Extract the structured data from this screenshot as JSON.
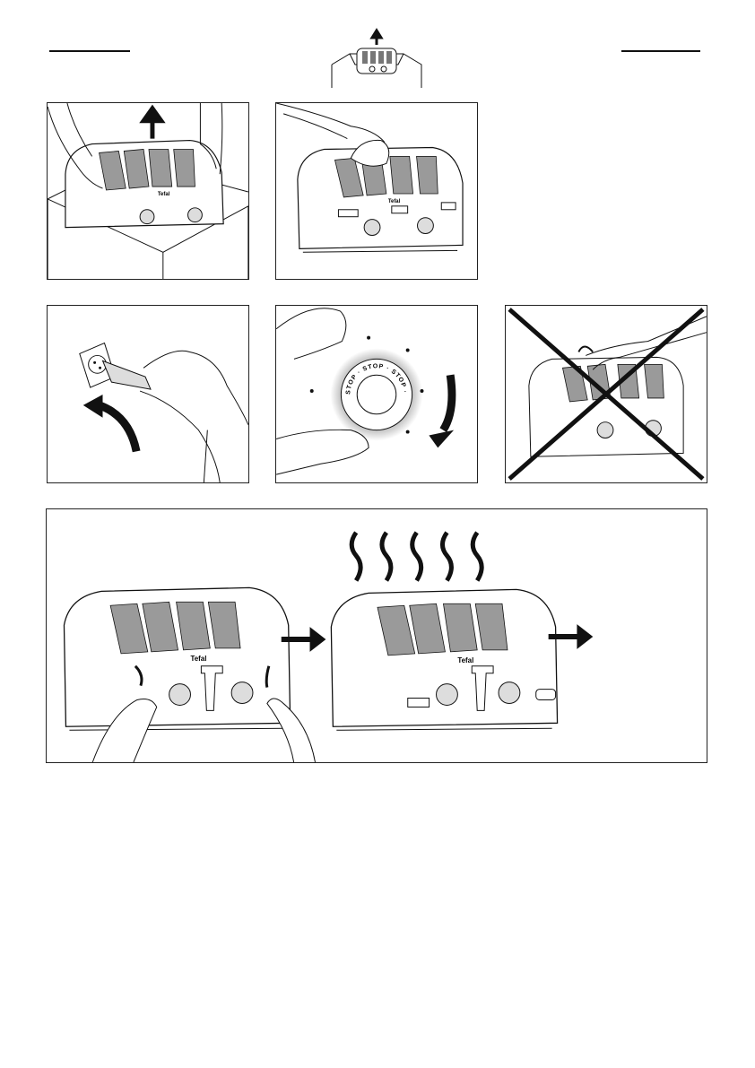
{
  "brand": "Tefal",
  "dial": {
    "ring_text": "STOP · STOP · STOP ·"
  },
  "panels": [
    {
      "id": "unpack",
      "icon": "up-arrow-icon"
    },
    {
      "id": "wipe",
      "icon": "cloth-icon"
    },
    {
      "id": "plug-in",
      "icon": "curved-arrow-icon"
    },
    {
      "id": "turn-dial",
      "icon": "clockwise-arrow-icon"
    },
    {
      "id": "no-fingers",
      "icon": "cross-out-icon"
    },
    {
      "id": "lift-and-heat",
      "icon": "right-arrow-icon"
    }
  ],
  "colors": {
    "ink": "#111111",
    "glow": "#9e9e9e",
    "paper": "#ffffff"
  }
}
